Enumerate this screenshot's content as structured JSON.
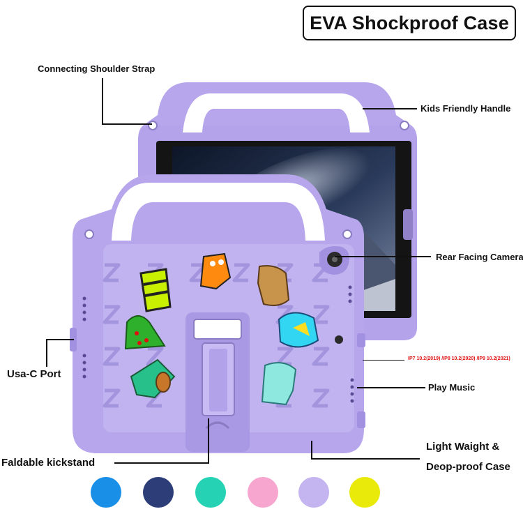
{
  "title": "EVA Shockproof Case",
  "callouts": {
    "shoulder_strap": "Connecting Shoulder Strap",
    "handle": "Kids Friendly Handle",
    "camera": "Rear Facing Camera",
    "usbc": "Usa-C Port",
    "models": "IP7 10.2(2019) /IP8 10.2(2020) /IP9 10.2(2021)",
    "music": "Play Music",
    "kickstand": "Faldable kickstand",
    "weight_line1": "Light Waight &",
    "weight_line2": "Deop-proof Case"
  },
  "color_options": [
    "#1a8fe8",
    "#2c3d78",
    "#25d3b4",
    "#f7a6cf",
    "#c4b4ef",
    "#eaea0a"
  ]
}
